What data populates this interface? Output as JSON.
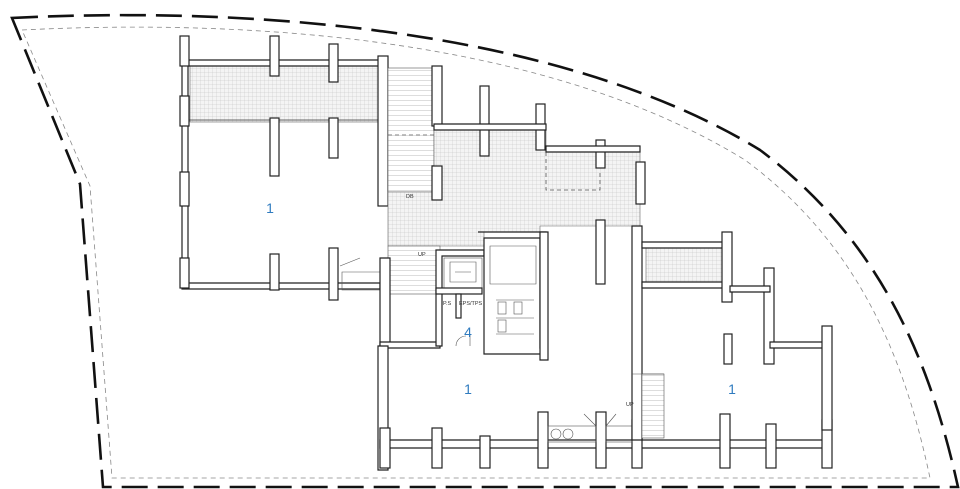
{
  "rooms": {
    "north_west": "1",
    "south_centre": "1",
    "east": "1",
    "core": "4"
  },
  "labels": {
    "db": "DB",
    "up_stair_core": "UP",
    "up_stair_east": "UP",
    "ps": "P.S",
    "eps_tps": "EPS/TPS"
  },
  "colors": {
    "room_number": "#2f7bbf",
    "walls": "#222222",
    "boundary": "#111111"
  }
}
